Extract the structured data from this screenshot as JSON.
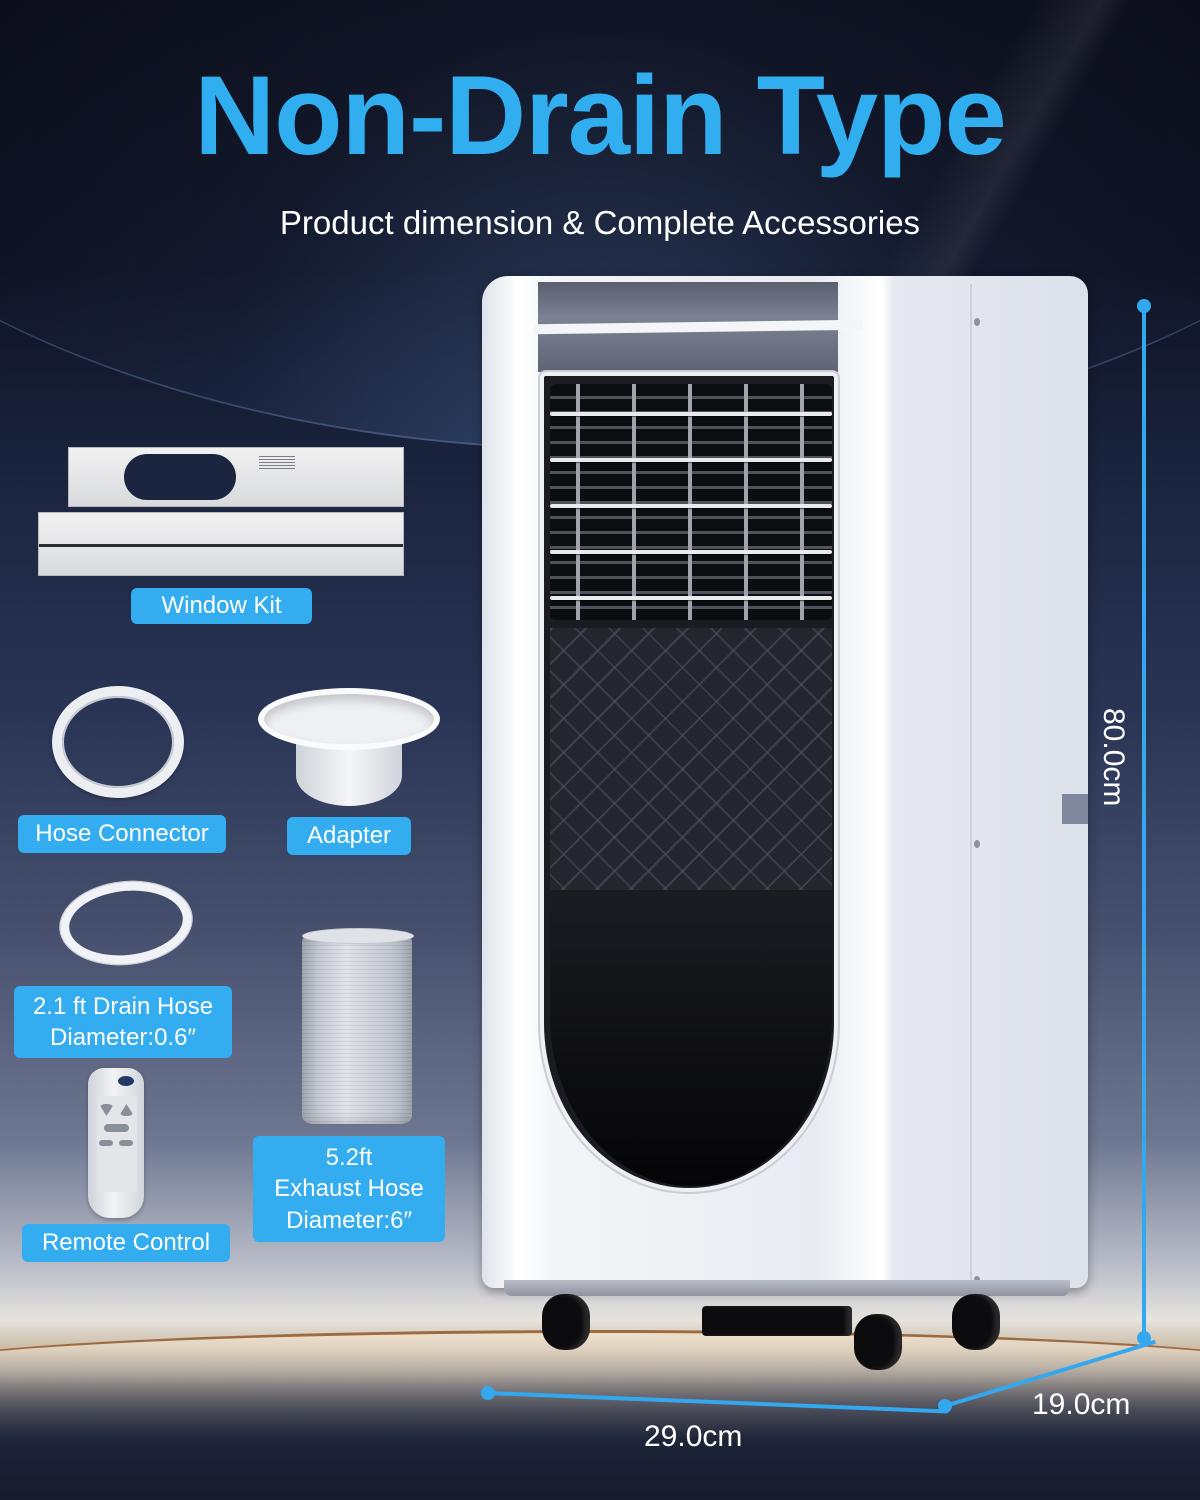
{
  "header": {
    "title": "Non-Drain Type",
    "subtitle": "Product dimension & Complete Accessories"
  },
  "colors": {
    "accent_blue": "#31aef0",
    "badge_blue": "#33adf0",
    "dimension_line": "#34a8ee",
    "background_dark": "#0b0d18",
    "text_white": "#ffffff"
  },
  "accessories": [
    {
      "id": "window-kit",
      "label": "Window Kit"
    },
    {
      "id": "hose-connector",
      "label": "Hose Connector"
    },
    {
      "id": "adapter",
      "label": "Adapter"
    },
    {
      "id": "drain-hose",
      "label_line1": "2.1 ft Drain Hose",
      "label_line2": "Diameter:0.6″"
    },
    {
      "id": "remote-control",
      "label": "Remote Control"
    },
    {
      "id": "exhaust-hose",
      "label_line1": "5.2ft",
      "label_line2": "Exhaust Hose",
      "label_line3": "Diameter:6″"
    }
  ],
  "dimensions": {
    "height": "80.0cm",
    "width": "29.0cm",
    "depth": "19.0cm"
  },
  "product": {
    "name": "portable-air-conditioner",
    "wheels": 4
  }
}
